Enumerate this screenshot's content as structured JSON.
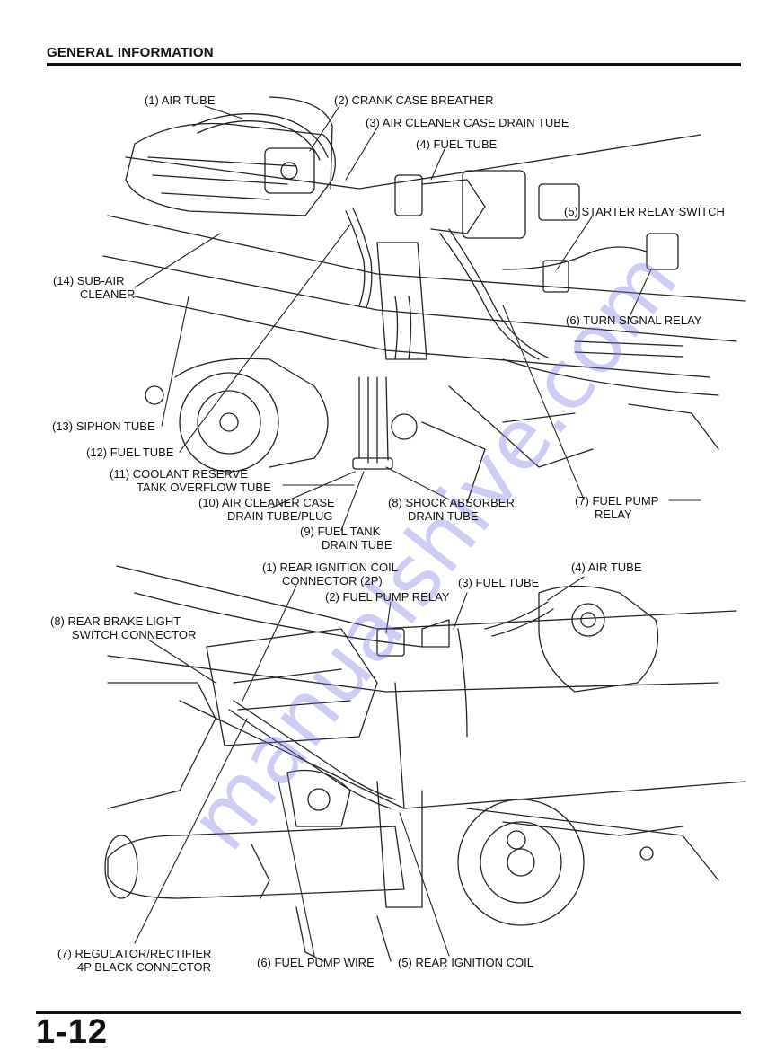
{
  "header": {
    "title": "GENERAL INFORMATION"
  },
  "page_number": "1-12",
  "watermark": "manualshive.com",
  "diagram_top": {
    "labels": [
      {
        "id": "air-tube",
        "lines": [
          "(1) AIR TUBE"
        ]
      },
      {
        "id": "crank-case-breather",
        "lines": [
          "(2) CRANK CASE BREATHER"
        ]
      },
      {
        "id": "air-cleaner-case-drain-tube",
        "lines": [
          "(3) AIR CLEANER CASE DRAIN TUBE"
        ]
      },
      {
        "id": "fuel-tube-4",
        "lines": [
          "(4) FUEL TUBE"
        ]
      },
      {
        "id": "starter-relay-switch",
        "lines": [
          "(5) STARTER RELAY SWITCH"
        ]
      },
      {
        "id": "turn-signal-relay",
        "lines": [
          "(6) TURN SIGNAL RELAY"
        ]
      },
      {
        "id": "fuel-pump-relay",
        "lines": [
          "(7) FUEL PUMP",
          "RELAY"
        ]
      },
      {
        "id": "shock-absorber-drain-tube",
        "lines": [
          "(8) SHOCK ABSORBER",
          "DRAIN TUBE"
        ]
      },
      {
        "id": "fuel-tank-drain-tube",
        "lines": [
          "(9) FUEL TANK",
          "DRAIN TUBE"
        ]
      },
      {
        "id": "air-cleaner-case-drain-tube-plug",
        "lines": [
          "(10) AIR CLEANER CASE",
          "DRAIN TUBE/PLUG"
        ]
      },
      {
        "id": "coolant-reserve-tank-overflow-tube",
        "lines": [
          "(11) COOLANT RESERVE",
          "TANK OVERFLOW TUBE"
        ]
      },
      {
        "id": "fuel-tube-12",
        "lines": [
          "(12) FUEL TUBE"
        ]
      },
      {
        "id": "siphon-tube",
        "lines": [
          "(13) SIPHON TUBE"
        ]
      },
      {
        "id": "sub-air-cleaner",
        "lines": [
          "(14) SUB-AIR",
          "CLEANER"
        ]
      }
    ]
  },
  "diagram_bottom": {
    "labels": [
      {
        "id": "rear-ignition-coil-connector",
        "lines": [
          "(1) REAR IGNITION COIL",
          "CONNECTOR (2P)"
        ]
      },
      {
        "id": "fuel-pump-relay",
        "lines": [
          "(2) FUEL PUMP RELAY"
        ]
      },
      {
        "id": "fuel-tube",
        "lines": [
          "(3) FUEL TUBE"
        ]
      },
      {
        "id": "air-tube",
        "lines": [
          "(4) AIR TUBE"
        ]
      },
      {
        "id": "rear-ignition-coil",
        "lines": [
          "(5) REAR IGNITION COIL"
        ]
      },
      {
        "id": "fuel-pump-wire",
        "lines": [
          "(6) FUEL PUMP WIRE"
        ]
      },
      {
        "id": "regulator-rectifier-connector",
        "lines": [
          "(7) REGULATOR/RECTIFIER",
          "4P BLACK CONNECTOR"
        ]
      },
      {
        "id": "rear-brake-light-switch-connector",
        "lines": [
          "(8) REAR BRAKE LIGHT",
          "SWITCH CONNECTOR"
        ]
      }
    ]
  }
}
